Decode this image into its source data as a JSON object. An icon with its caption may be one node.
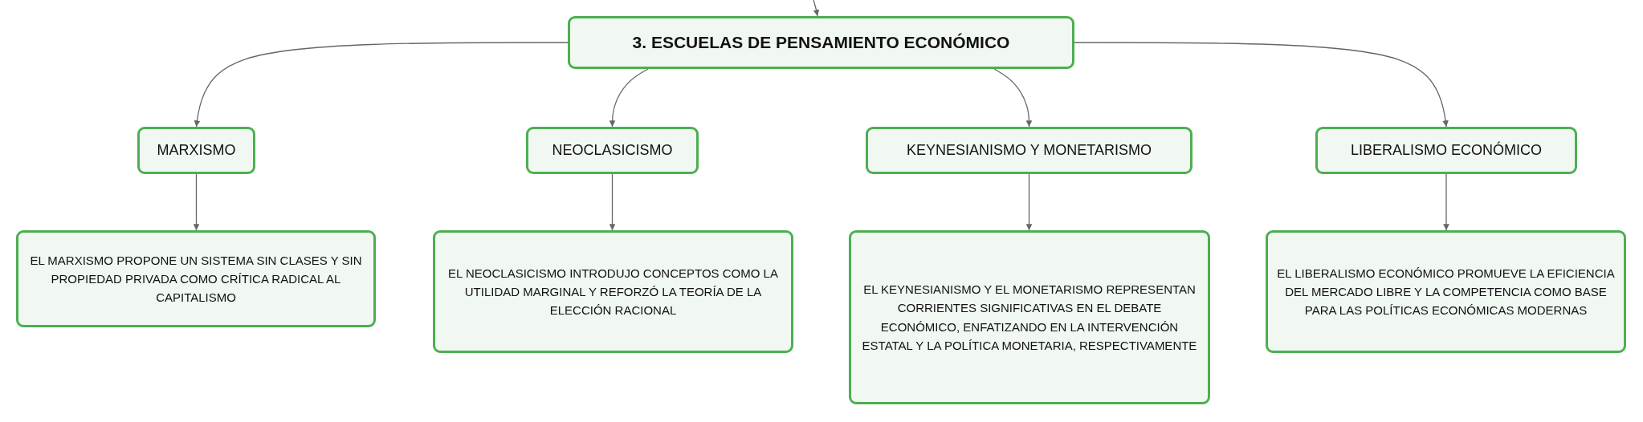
{
  "diagram": {
    "nodes": [
      {
        "text": [
          "3. ESCUELAS DE PENSAMIENTO ECONÓMICO"
        ]
      },
      {
        "text": [
          "MARXISMO"
        ]
      },
      {
        "text": [
          "NEOCLASICISMO"
        ]
      },
      {
        "text": [
          "KEYNESIANISMO Y MONETARISMO"
        ]
      },
      {
        "text": [
          "LIBERALISMO ECONÓMICO"
        ]
      },
      {
        "text": [
          "EL MARXISMO PROPONE UN SISTEMA SIN CLASES Y SIN PROPIEDAD PRIVADA COMO CRÍTICA RADICAL AL CAPITALISMO"
        ]
      },
      {
        "text": [
          "EL NEOCLASICISMO INTRODUJO CONCEPTOS COMO LA UTILIDAD MARGINAL Y REFORZÓ LA TEORÍA DE LA ELECCIÓN RACIONAL"
        ]
      },
      {
        "text": [
          "EL KEYNESIANISMO Y EL MONETARISMO REPRESENTAN CORRIENTES SIGNIFICATIVAS EN EL DEBATE ECONÓMICO, ENFATIZANDO EN LA INTERVENCIÓN ESTATAL Y LA POLÍTICA MONETARIA, RESPECTIVAMENTE"
        ]
      },
      {
        "text": [
          "EL LIBERALISMO ECONÓMICO PROMUEVE LA EFICIENCIA DEL MERCADO LIBRE Y LA COMPETENCIA COMO BASE PARA LAS POLÍTICAS ECONÓMICAS MODERNAS"
        ]
      }
    ],
    "edges": [
      {
        "from": null,
        "to": 0,
        "arrow": "to"
      },
      {
        "from": 0,
        "to": 1,
        "arrow": "to"
      },
      {
        "from": 0,
        "to": 2,
        "arrow": "to"
      },
      {
        "from": 0,
        "to": 3,
        "arrow": "to"
      },
      {
        "from": 0,
        "to": 4,
        "arrow": "to"
      },
      {
        "from": 1,
        "to": 5,
        "arrow": "to"
      },
      {
        "from": 2,
        "to": 6,
        "arrow": "to"
      },
      {
        "from": 3,
        "to": 7,
        "arrow": "to"
      },
      {
        "from": 4,
        "to": 8,
        "arrow": "to"
      }
    ]
  }
}
